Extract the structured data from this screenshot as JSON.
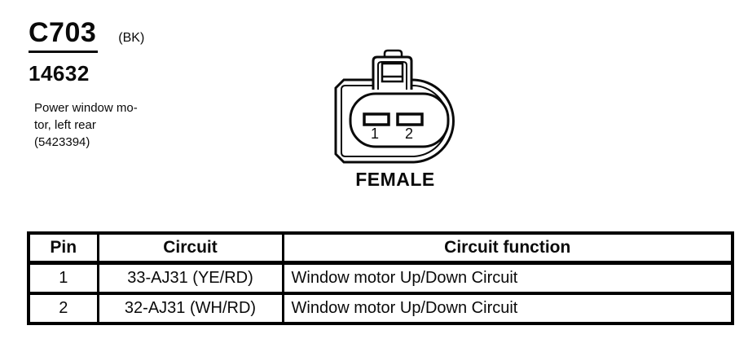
{
  "connector": {
    "id": "C703",
    "color_code": "(BK)",
    "part_number": "14632",
    "description_lines": [
      "Power window mo-",
      "tor, left rear",
      "(5423394)"
    ]
  },
  "diagram": {
    "gender_label": "FEMALE",
    "pins": [
      "1",
      "2"
    ]
  },
  "pin_table": {
    "headers": [
      "Pin",
      "Circuit",
      "Circuit function"
    ],
    "rows": [
      {
        "pin": "1",
        "circuit": "33-AJ31 (YE/RD)",
        "function": "Window motor Up/Down Circuit"
      },
      {
        "pin": "2",
        "circuit": "32-AJ31 (WH/RD)",
        "function": "Window motor Up/Down Circuit"
      }
    ]
  },
  "colors": {
    "ink": "#0a0a0a",
    "paper": "#ffffff"
  }
}
